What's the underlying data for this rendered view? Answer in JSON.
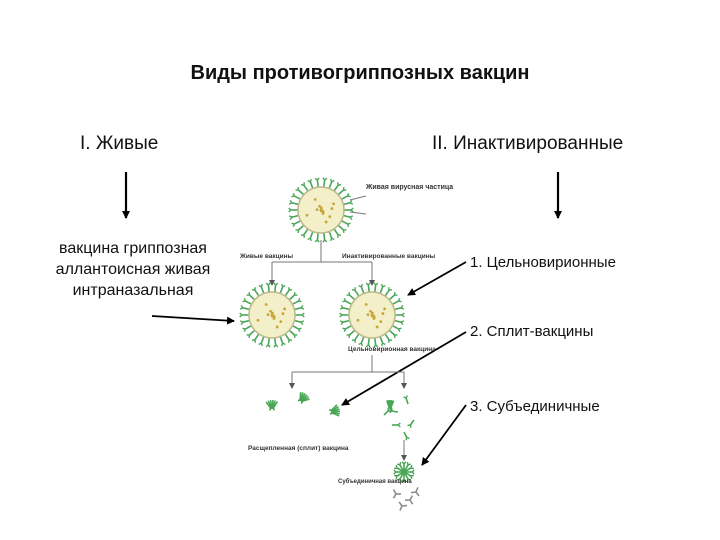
{
  "title": "Виды противогриппозных вакцин",
  "live": {
    "heading": "I. Живые",
    "description": "вакцина гриппозная аллантоисная живая интраназальная"
  },
  "inactivated": {
    "heading": "II. Инактивированные",
    "items": [
      "1. Цельновирионные",
      "2. Сплит-вакцины",
      "3. Субъединичные"
    ]
  },
  "figure": {
    "virion_label": "Живая вирусная частица",
    "live_label": "Живые вакцины",
    "inactivated_label": "Инактивированные вакцины",
    "whole_label": "Цельновирионная вакцина",
    "split_label": "Расщепленная (сплит) вакцина",
    "subunit_label": "Субъединичная вакцина"
  },
  "colors": {
    "virion_fill": "#f2efc9",
    "spike": "#4aa657",
    "subunit_gray": "#8c8c8c",
    "arrow": "#000000"
  }
}
